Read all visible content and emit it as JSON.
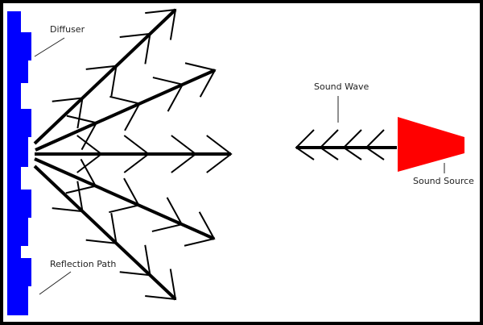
{
  "labels": {
    "diffuser": "Diffuser",
    "reflection_path": "Reflection Path",
    "sound_wave": "Sound Wave",
    "sound_source": "Sound Source"
  },
  "colors": {
    "diffuser": "#0000ff",
    "source": "#ff0000",
    "rays": "#000000"
  }
}
